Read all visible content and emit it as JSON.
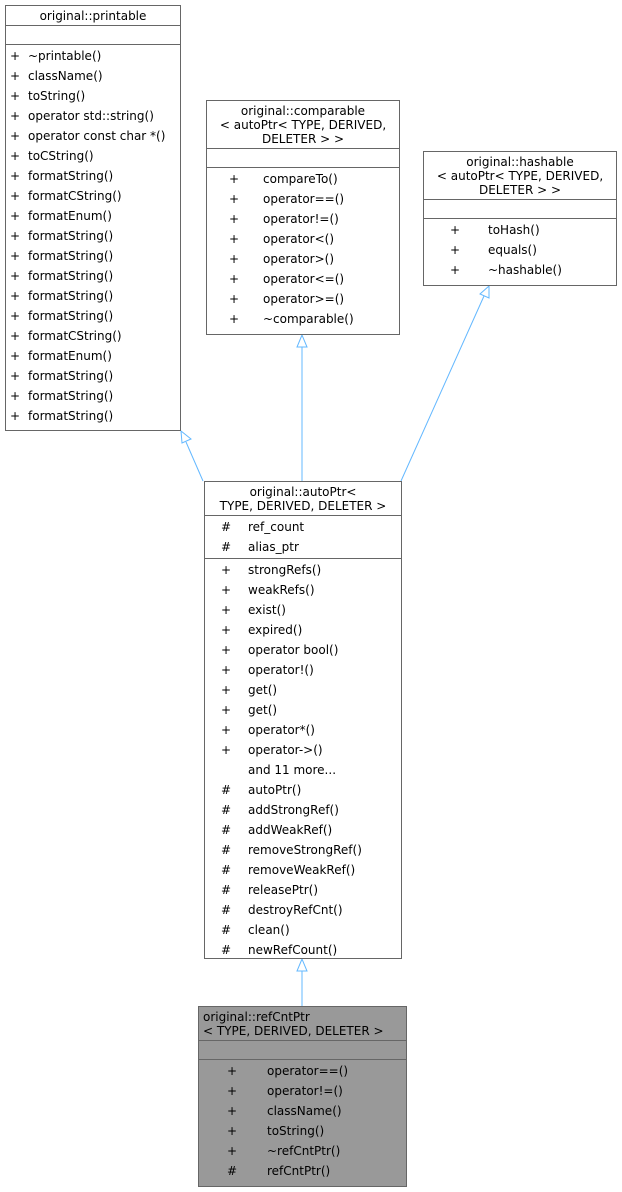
{
  "classes": {
    "printable": {
      "title_lines": [
        "original::printable"
      ],
      "attributes": [],
      "methods": [
        {
          "vis": "+",
          "name": "~printable()"
        },
        {
          "vis": "+",
          "name": "className()"
        },
        {
          "vis": "+",
          "name": "toString()"
        },
        {
          "vis": "+",
          "name": "operator std::string()"
        },
        {
          "vis": "+",
          "name": "operator const char *()"
        },
        {
          "vis": "+",
          "name": "toCString()"
        },
        {
          "vis": "+",
          "name": "formatString()"
        },
        {
          "vis": "+",
          "name": "formatCString()"
        },
        {
          "vis": "+",
          "name": "formatEnum()"
        },
        {
          "vis": "+",
          "name": "formatString()"
        },
        {
          "vis": "+",
          "name": "formatString()"
        },
        {
          "vis": "+",
          "name": "formatString()"
        },
        {
          "vis": "+",
          "name": "formatString()"
        },
        {
          "vis": "+",
          "name": "formatString()"
        },
        {
          "vis": "+",
          "name": "formatCString()"
        },
        {
          "vis": "+",
          "name": "formatEnum()"
        },
        {
          "vis": "+",
          "name": "formatString()"
        },
        {
          "vis": "+",
          "name": "formatString()"
        },
        {
          "vis": "+",
          "name": "formatString()"
        }
      ]
    },
    "comparable": {
      "title_lines": [
        "original::comparable",
        "< autoPtr< TYPE, DERIVED,",
        "DELETER > >"
      ],
      "attributes": [],
      "methods": [
        {
          "vis": "+",
          "name": "compareTo()"
        },
        {
          "vis": "+",
          "name": "operator==()"
        },
        {
          "vis": "+",
          "name": "operator!=()"
        },
        {
          "vis": "+",
          "name": "operator<()"
        },
        {
          "vis": "+",
          "name": "operator>()"
        },
        {
          "vis": "+",
          "name": "operator<=()"
        },
        {
          "vis": "+",
          "name": "operator>=()"
        },
        {
          "vis": "+",
          "name": "~comparable()"
        }
      ]
    },
    "hashable": {
      "title_lines": [
        "original::hashable",
        "< autoPtr< TYPE, DERIVED,",
        "DELETER > >"
      ],
      "attributes": [],
      "methods": [
        {
          "vis": "+",
          "name": "toHash()"
        },
        {
          "vis": "+",
          "name": "equals()"
        },
        {
          "vis": "+",
          "name": "~hashable()"
        }
      ]
    },
    "autoPtr": {
      "title_lines": [
        "original::autoPtr<",
        "TYPE, DERIVED, DELETER >"
      ],
      "attributes": [
        {
          "vis": "#",
          "name": "ref_count"
        },
        {
          "vis": "#",
          "name": "alias_ptr"
        }
      ],
      "methods": [
        {
          "vis": "+",
          "name": "strongRefs()"
        },
        {
          "vis": "+",
          "name": "weakRefs()"
        },
        {
          "vis": "+",
          "name": "exist()"
        },
        {
          "vis": "+",
          "name": "expired()"
        },
        {
          "vis": "+",
          "name": "operator bool()"
        },
        {
          "vis": "+",
          "name": "operator!()"
        },
        {
          "vis": "+",
          "name": "get()"
        },
        {
          "vis": "+",
          "name": "get()"
        },
        {
          "vis": "+",
          "name": "operator*()"
        },
        {
          "vis": "+",
          "name": "operator->()"
        },
        {
          "vis": "",
          "name": "and 11 more..."
        },
        {
          "vis": "#",
          "name": "autoPtr()"
        },
        {
          "vis": "#",
          "name": "addStrongRef()"
        },
        {
          "vis": "#",
          "name": "addWeakRef()"
        },
        {
          "vis": "#",
          "name": "removeStrongRef()"
        },
        {
          "vis": "#",
          "name": "removeWeakRef()"
        },
        {
          "vis": "#",
          "name": "releasePtr()"
        },
        {
          "vis": "#",
          "name": "destroyRefCnt()"
        },
        {
          "vis": "#",
          "name": "clean()"
        },
        {
          "vis": "#",
          "name": "newRefCount()"
        }
      ]
    },
    "refCntPtr": {
      "title_lines": [
        "original::refCntPtr",
        "< TYPE, DERIVED, DELETER >"
      ],
      "attributes": [],
      "methods": [
        {
          "vis": "+",
          "name": "operator==()"
        },
        {
          "vis": "+",
          "name": "operator!=()"
        },
        {
          "vis": "+",
          "name": "className()"
        },
        {
          "vis": "+",
          "name": "toString()"
        },
        {
          "vis": "+",
          "name": "~refCntPtr()"
        },
        {
          "vis": "#",
          "name": "refCntPtr()"
        }
      ]
    }
  },
  "edges": [
    {
      "from": "autoPtr",
      "to": "printable",
      "kind": "inheritance"
    },
    {
      "from": "autoPtr",
      "to": "comparable",
      "kind": "inheritance"
    },
    {
      "from": "autoPtr",
      "to": "hashable",
      "kind": "inheritance"
    },
    {
      "from": "refCntPtr",
      "to": "autoPtr",
      "kind": "inheritance"
    }
  ],
  "colors": {
    "border": "#666666",
    "edge": "#63b8ff",
    "highlight_fill": "#999999",
    "background": "#ffffff"
  }
}
